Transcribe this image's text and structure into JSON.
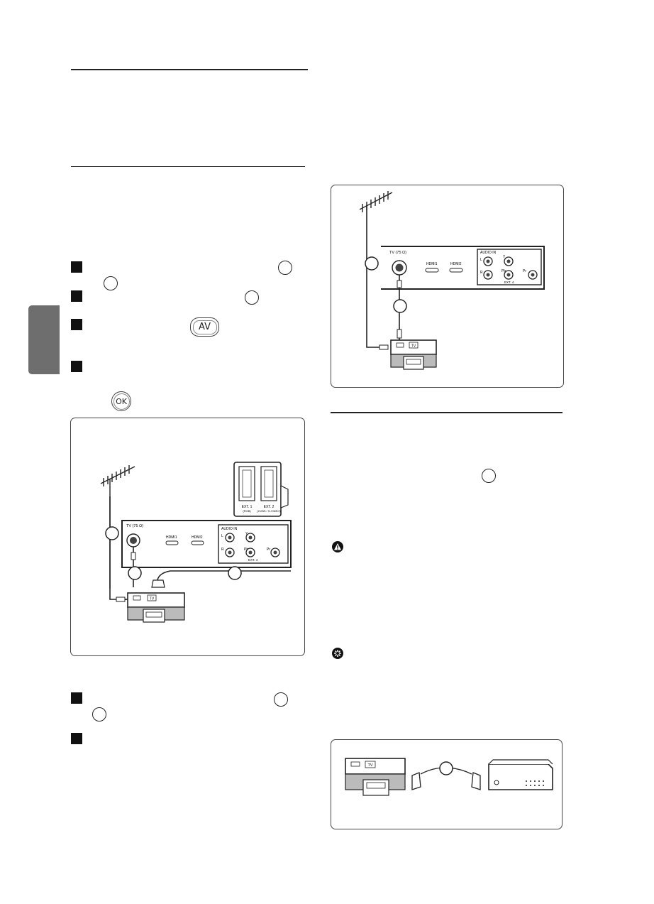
{
  "buttons": {
    "av_label": "AV",
    "ok_label": "OK"
  },
  "diagram_top": {
    "antenna_label": "TV (75 Ω)",
    "hdmi1_label": "HDMI1",
    "hdmi2_label": "HDMI2",
    "audio_in_label": "AUDIO IN",
    "audio_l": "L",
    "audio_r": "R",
    "y_label": "Y",
    "pb_label": "Pb",
    "pr_label": "Pr",
    "ext4_label": "EXT. 4",
    "tv_badge": "TV"
  },
  "diagram_left": {
    "antenna_label": "TV (75 Ω)",
    "hdmi1_label": "HDMI1",
    "hdmi2_label": "HDMI2",
    "audio_in_label": "AUDIO IN",
    "audio_l": "L",
    "audio_r": "R",
    "y_label": "Y",
    "pb_label": "Pb",
    "pr_label": "Pr",
    "ext4_label": "EXT. 4",
    "ext1_label": "EXT. 1",
    "ext1_sub": "(RGB)",
    "ext2_label": "EXT. 2",
    "ext2_sub": "(CVBS / S-VIDEO)",
    "tv_badge": "TV"
  },
  "diagram_bottom": {
    "tv_badge": "TV"
  },
  "icons": {
    "warning": "warning-icon",
    "tip": "tip-icon"
  }
}
